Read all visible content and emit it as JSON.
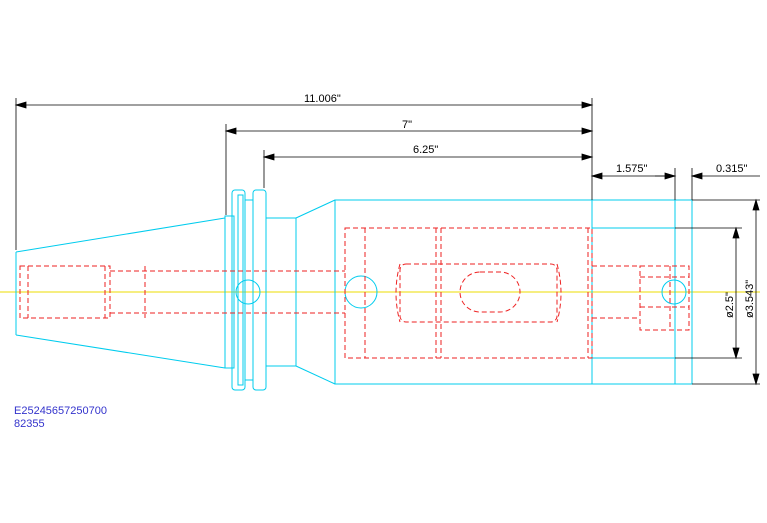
{
  "dimensions": {
    "overall_length": "11.006\"",
    "length_7": "7\"",
    "length_625": "6.25\"",
    "length_1575": "1.575\"",
    "length_0315": "0.315\"",
    "diameter_25": "ø2.5\"",
    "diameter_3543": "ø3.543\""
  },
  "part_code": {
    "line1": "E25245657250700",
    "line2": "82355"
  },
  "colors": {
    "outline": "#00ccee",
    "hidden": "#ee2222",
    "centerline": "#eedd00",
    "dimension": "#000000",
    "code_text": "#3333cc"
  }
}
